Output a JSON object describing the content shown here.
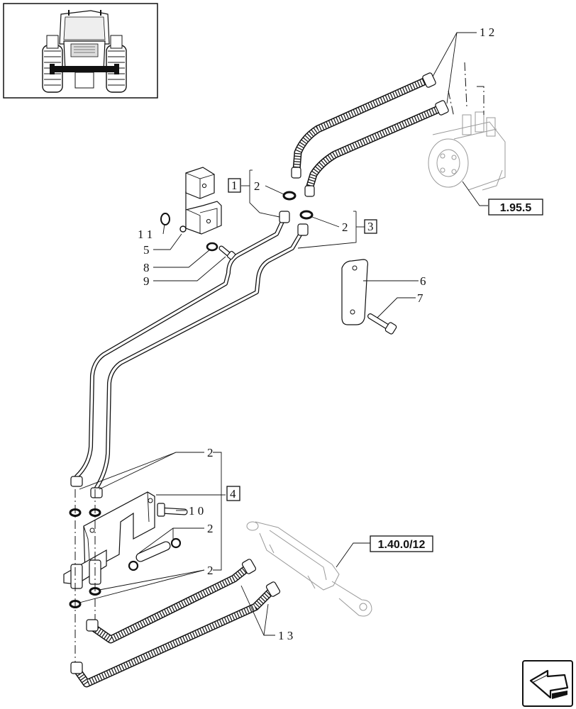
{
  "callouts": {
    "hoses_top": "1 2",
    "hoses_bottom": "1 3",
    "washer_a": "2",
    "washer_b": "2",
    "washers_lower_1": "2",
    "washers_lower_2": "2",
    "washers_lower_3": "2",
    "bracket_spacer": "1 1",
    "bracket": "5",
    "washer_small": "8",
    "bolt_small": "9",
    "plate": "6",
    "plate_bolt": "7",
    "lower_bolt": "1 0"
  },
  "boxed_callouts": {
    "box1": "1",
    "box3": "3",
    "box4": "4"
  },
  "references": {
    "steering_unit": "1.95.5",
    "cylinder": "1.40.0/12"
  },
  "icons": {
    "thumbnail": "tractor-front-view",
    "navigation": "next-page-arrow-icon"
  }
}
